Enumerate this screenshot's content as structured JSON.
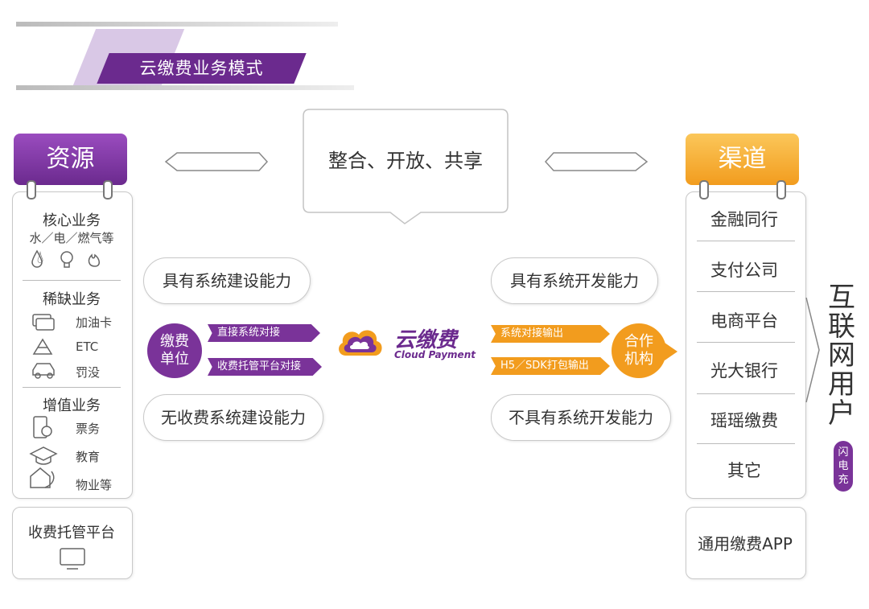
{
  "title": "云缴费业务模式",
  "left_header": "资源",
  "right_header": "渠道",
  "center_bubble": "整合、开放、共享",
  "resources": {
    "core": {
      "title": "核心业务",
      "sub": "水／电／燃气等"
    },
    "scarce": {
      "title": "稀缺业务",
      "items": [
        "加油卡",
        "ETC",
        "罚没"
      ]
    },
    "value_added": {
      "title": "增值业务",
      "items": [
        "票务",
        "教育",
        "物业等"
      ]
    }
  },
  "hosting_platform": "收费托管平台",
  "left_caps": [
    "具有系统建设能力",
    "无收费系统建设能力"
  ],
  "payee_unit": "缴费单位",
  "left_tags": [
    "直接系统对接",
    "收费托管平台对接"
  ],
  "logo": {
    "cn": "云缴费",
    "en": "Cloud Payment"
  },
  "right_tags": [
    "系统对接输出",
    "H5／SDK打包输出"
  ],
  "right_caps": [
    "具有系统开发能力",
    "不具有系统开发能力"
  ],
  "partner": "合作机构",
  "channels": [
    "金融同行",
    "支付公司",
    "电商平台",
    "光大银行",
    "瑶瑶缴费",
    "其它"
  ],
  "general_app": "通用缴费APP",
  "internet_users": "互联网用户",
  "flash_charge": "闪电充",
  "colors": {
    "purple": "#6b2a8e",
    "orange": "#f29c1e"
  }
}
